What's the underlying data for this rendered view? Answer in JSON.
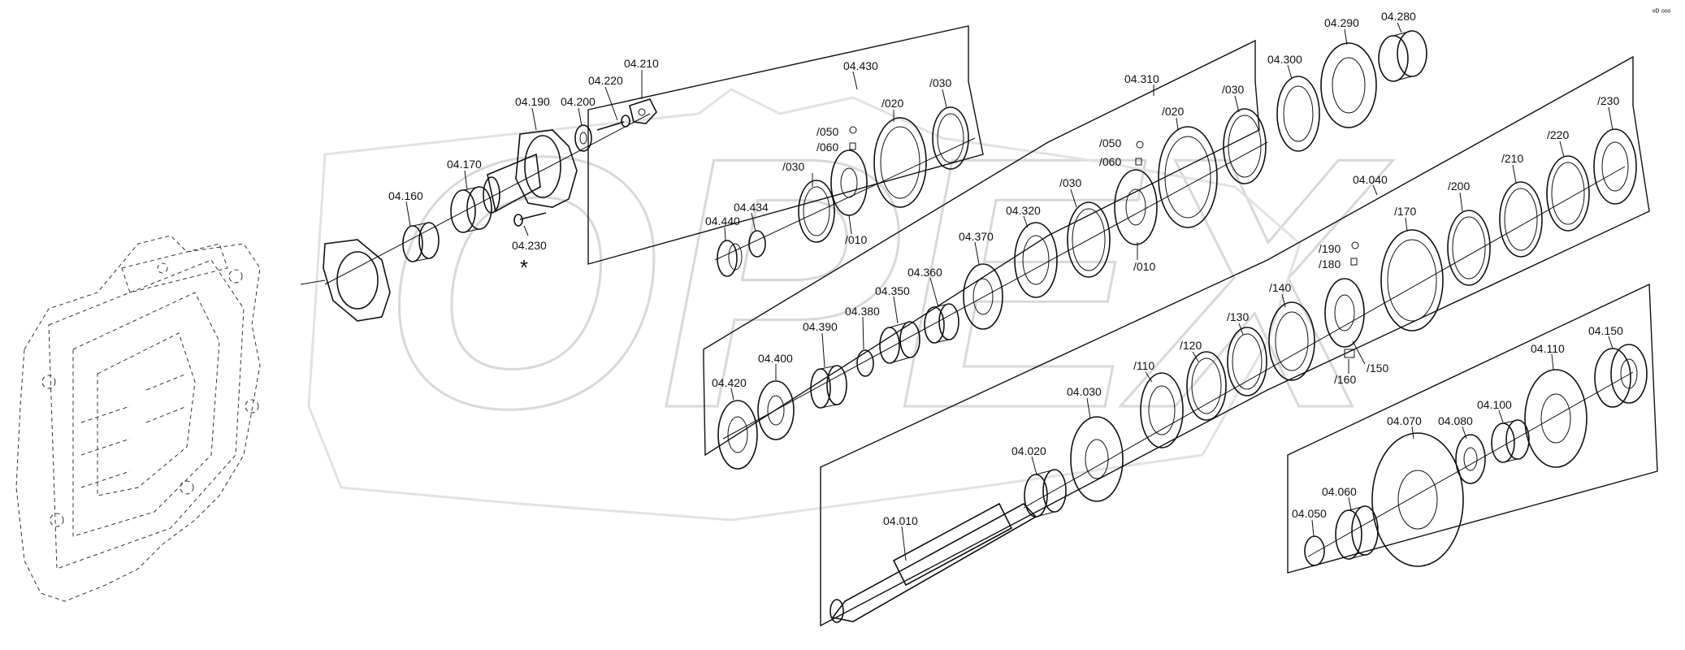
{
  "diagram": {
    "watermark": "OPEX",
    "marker": "*",
    "corner_mark": "ᵉᴰ ᵒᵒᵒ",
    "labels": {
      "p04_210": "04.210",
      "p04_220": "04.220",
      "p04_200": "04.200",
      "p04_190": "04.190",
      "p04_170": "04.170",
      "p04_160": "04.160",
      "p04_230": "04.230",
      "p04_430": "04.430",
      "p04_430_030b": "/030",
      "p04_430_020": "/020",
      "p04_430_050": "/050",
      "p04_430_060": "/060",
      "p04_430_030a": "/030",
      "p04_430_010": "/010",
      "p04_434": "04.434",
      "p04_440": "04.440",
      "p04_290": "04.290",
      "p04_280": "04.280",
      "p04_300": "04.300",
      "p04_310": "04.310",
      "p04_310_030b": "/030",
      "p04_310_020": "/020",
      "p04_310_050": "/050",
      "p04_310_060": "/060",
      "p04_310_030a": "/030",
      "p04_310_010": "/010",
      "p04_320": "04.320",
      "p04_370": "04.370",
      "p04_360": "04.360",
      "p04_350": "04.350",
      "p04_380": "04.380",
      "p04_390": "04.390",
      "p04_400": "04.400",
      "p04_420": "04.420",
      "p04_040": "04.040",
      "p04_040_230": "/230",
      "p04_040_220": "/220",
      "p04_040_210": "/210",
      "p04_040_200": "/200",
      "p04_040_170": "/170",
      "p04_040_190": "/190",
      "p04_040_180": "/180",
      "p04_040_140": "/140",
      "p04_040_130": "/130",
      "p04_040_120": "/120",
      "p04_040_110": "/110",
      "p04_040_150": "/150",
      "p04_040_160": "/160",
      "p04_030": "04.030",
      "p04_020": "04.020",
      "p04_010": "04.010",
      "p04_110": "04.110",
      "p04_150": "04.150",
      "p04_070": "04.070",
      "p04_080": "04.080",
      "p04_100": "04.100",
      "p04_060": "04.060",
      "p04_050": "04.050"
    }
  }
}
